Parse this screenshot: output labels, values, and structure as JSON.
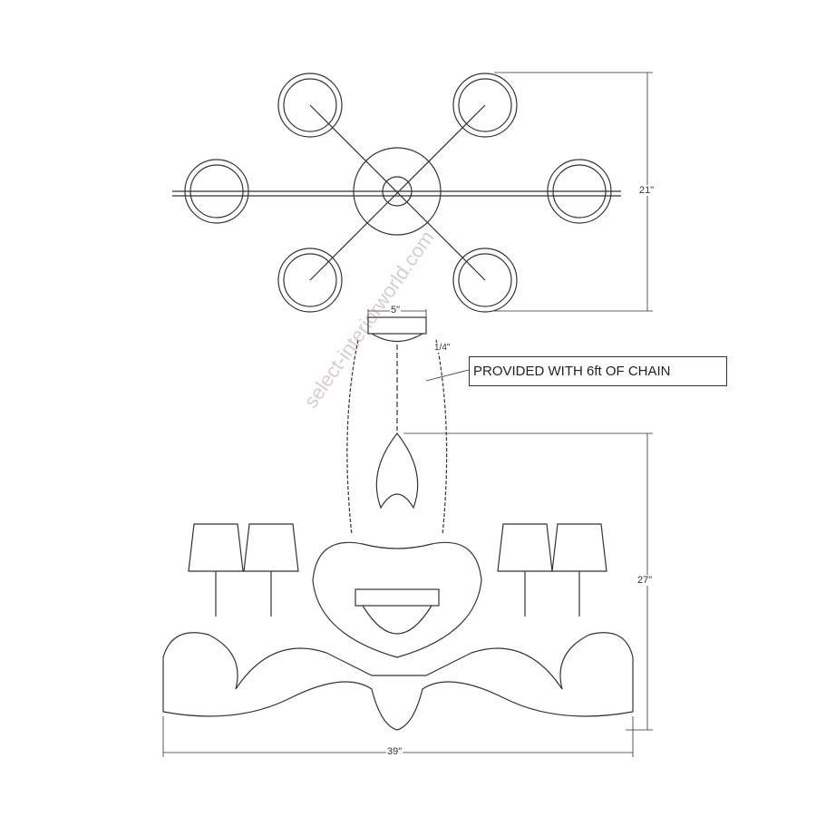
{
  "drawing": {
    "dimensions": {
      "top_view_height": "21\"",
      "canopy_width": "5\"",
      "canopy_height": "1/4\"",
      "body_height": "27\"",
      "overall_width": "39\""
    },
    "note": "PROVIDED WITH 6ft OF CHAIN",
    "watermark": "select-interiorworld.com",
    "colors": {
      "line": "#333333",
      "watermark": "#b08080"
    }
  }
}
